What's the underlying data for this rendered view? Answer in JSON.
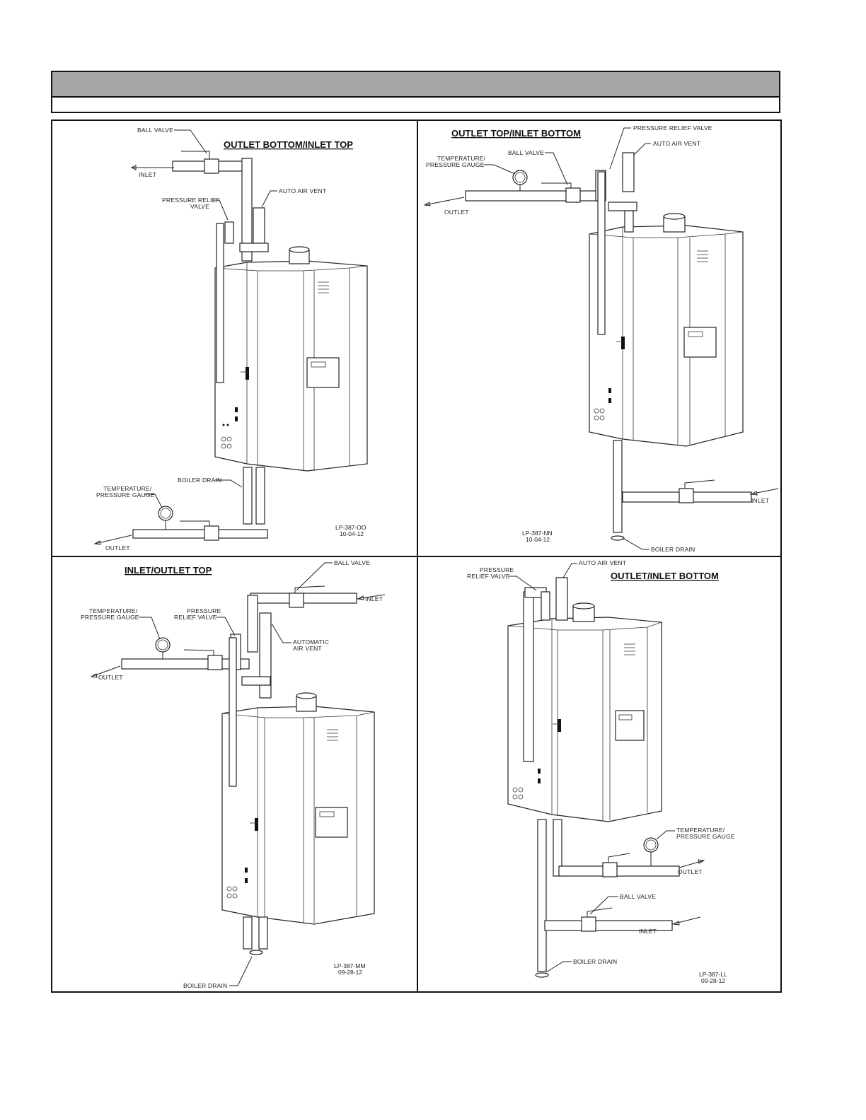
{
  "panels": [
    {
      "title": "OUTLET BOTTOM/INLET TOP",
      "labels": {
        "ball_valve": "BALL VALVE",
        "inlet": "INLET",
        "pressure_relief_valve_1": "PRESSURE RELIEF",
        "pressure_relief_valve_2": "VALVE",
        "auto_air_vent": "AUTO AIR VENT",
        "boiler_drain": "BOILER DRAIN",
        "temp_gauge_1": "TEMPERATURE/",
        "temp_gauge_2": "PRESSURE GAUGE",
        "outlet": "OUTLET"
      },
      "code": "LP-387-OO",
      "date": "10-04-12"
    },
    {
      "title": "OUTLET TOP/INLET BOTTOM",
      "labels": {
        "pressure_relief_valve": "PRESSURE RELIEF VALVE",
        "auto_air_vent": "AUTO AIR VENT",
        "temp_gauge_1": "TEMPERATURE/",
        "temp_gauge_2": "PRESSURE GAUGE",
        "ball_valve": "BALL VALVE",
        "outlet": "OUTLET",
        "inlet": "INLET",
        "boiler_drain": "BOILER DRAIN"
      },
      "code": "LP-387-NN",
      "date": "10-04-12"
    },
    {
      "title": "INLET/OUTLET TOP",
      "labels": {
        "ball_valve": "BALL VALVE",
        "inlet": "INLET",
        "temp_gauge_1": "TEMPERATURE/",
        "temp_gauge_2": "PRESSURE GAUGE",
        "pressure_relief_valve_1": "PRESSURE",
        "pressure_relief_valve_2": "RELIEF VALVE",
        "automatic_air_vent_1": "AUTOMATIC",
        "automatic_air_vent_2": "AIR VENT",
        "outlet": "OUTLET",
        "boiler_drain": "BOILER DRAIN"
      },
      "code": "LP-387-MM",
      "date": "09-28-12"
    },
    {
      "title": "OUTLET/INLET BOTTOM",
      "labels": {
        "pressure_relief_valve_1": "PRESSURE",
        "pressure_relief_valve_2": "RELIEF VALVE",
        "auto_air_vent": "AUTO AIR VENT",
        "temp_gauge_1": "TEMPERATURE/",
        "temp_gauge_2": "PRESSURE GAUGE",
        "outlet": "OUTLET",
        "ball_valve": "BALL VALVE",
        "inlet": "INLET",
        "boiler_drain": "BOILER DRAIN"
      },
      "code": "LP-387-LL",
      "date": "09-28-12"
    }
  ]
}
